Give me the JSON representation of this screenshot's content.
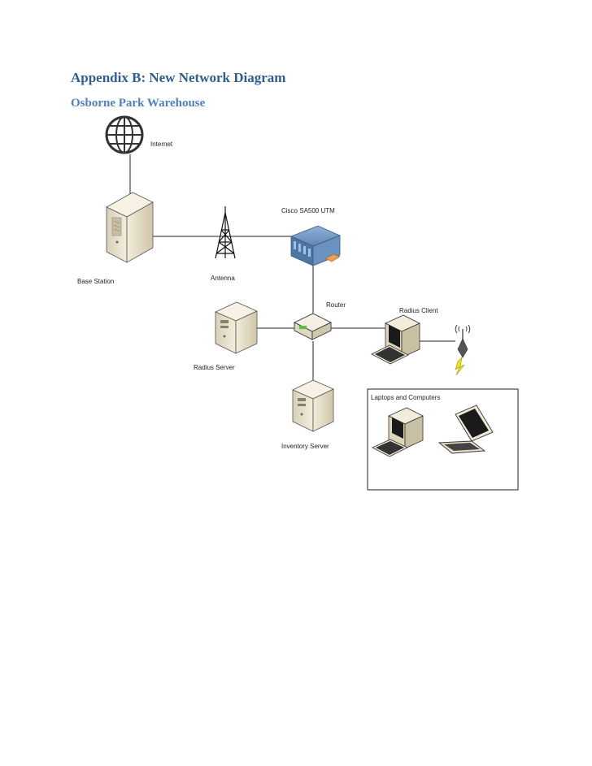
{
  "page": {
    "title": "Appendix B: New Network Diagram",
    "subtitle": "Osborne Park Warehouse"
  },
  "diagram": {
    "nodes": {
      "internet": {
        "label": "Internet",
        "icon": "globe-icon"
      },
      "base_station": {
        "label": "Base Station",
        "icon": "tower-server-icon"
      },
      "antenna": {
        "label": "Antenna",
        "icon": "antenna-icon"
      },
      "utm": {
        "label": "Cisco SA500 UTM",
        "icon": "firewall-icon"
      },
      "router": {
        "label": "Router",
        "icon": "router-icon"
      },
      "radius_server": {
        "label": "Radius Server",
        "icon": "server-icon"
      },
      "radius_client": {
        "label": "Radius Client",
        "icon": "workstation-icon"
      },
      "inventory_server": {
        "label": "Inventory Server",
        "icon": "server-icon"
      },
      "wireless_ap": {
        "icon": "wireless-access-point-icon"
      },
      "group_box": {
        "label": "Laptops and Computers"
      },
      "group_workstation": {
        "icon": "workstation-icon"
      },
      "group_laptop": {
        "icon": "laptop-icon"
      }
    },
    "connections": [
      [
        "internet",
        "base_station"
      ],
      [
        "base_station",
        "utm"
      ],
      [
        "utm",
        "router"
      ],
      [
        "router",
        "radius_server"
      ],
      [
        "router",
        "radius_client"
      ],
      [
        "router",
        "inventory_server"
      ],
      [
        "radius_client",
        "wireless_ap"
      ],
      [
        "wireless_ap",
        "group_box"
      ]
    ],
    "colors": {
      "title": "#2e5d8e",
      "subtitle": "#4f81bd",
      "device_body": "#efe8d4",
      "utm_body": "#5f86b3",
      "link_bolt": "#f0e020"
    }
  }
}
